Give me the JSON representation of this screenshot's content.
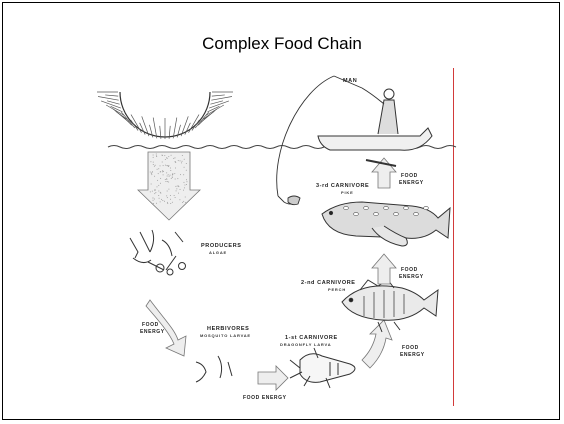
{
  "title": "Complex Food Chain",
  "labels": {
    "man": "MAN",
    "producers": "PRODUCERS",
    "producers_sub": "ALGAE",
    "herbivores": "HERBIVORES",
    "herbivores_sub": "MOSQUITO LARVAE",
    "carnivore1": "1-st CARNIVORE",
    "carnivore1_sub": "DRAGONFLY LARVA",
    "carnivore2": "2-nd CARNIVORE",
    "carnivore2_sub": "PERCH",
    "carnivore3": "3-rd CARNIVORE",
    "carnivore3_sub": "PIKE",
    "food_energy_top_a": "FOOD",
    "food_energy_top_b": "ENERGY",
    "food_energy_mid_a": "FOOD",
    "food_energy_mid_b": "ENERGY",
    "food_energy_right_a": "FOOD",
    "food_energy_right_b": "ENERGY",
    "food_energy_left_a": "FOOD",
    "food_energy_left_b": "ENERGY",
    "food_energy_bottom": "FOOD ENERGY"
  },
  "colors": {
    "frame": "#000000",
    "margin_line": "#d23a3a",
    "ink": "#222222"
  }
}
